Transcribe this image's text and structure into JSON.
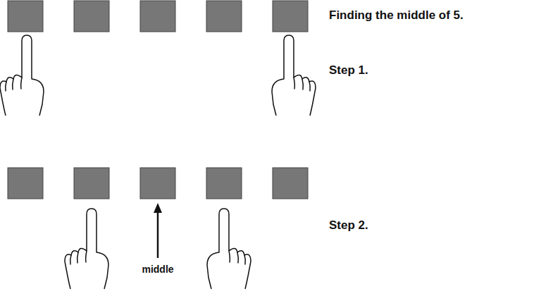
{
  "diagram": {
    "title": "Finding the middle of 5.",
    "labels": [
      "Step 1.",
      "Step 2.",
      "middle"
    ]
  }
}
